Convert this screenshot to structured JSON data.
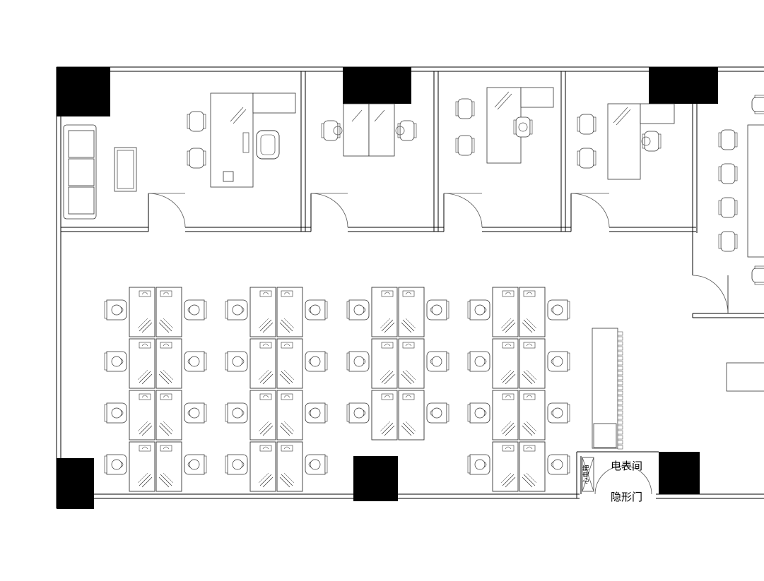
{
  "labels": {
    "meter_room": "电表间",
    "hidden_door": "隐形门",
    "cabinet": "心电箱"
  },
  "colors": {
    "wall": "#000000",
    "furniture": "#333333",
    "pillar": "#000000",
    "background": "#ffffff"
  },
  "workstation_clusters": [
    {
      "rows": 4,
      "sides": 2
    },
    {
      "rows": 4,
      "sides": 2
    },
    {
      "rows": 3,
      "sides": 2
    },
    {
      "rows": 4,
      "sides": 2
    }
  ]
}
